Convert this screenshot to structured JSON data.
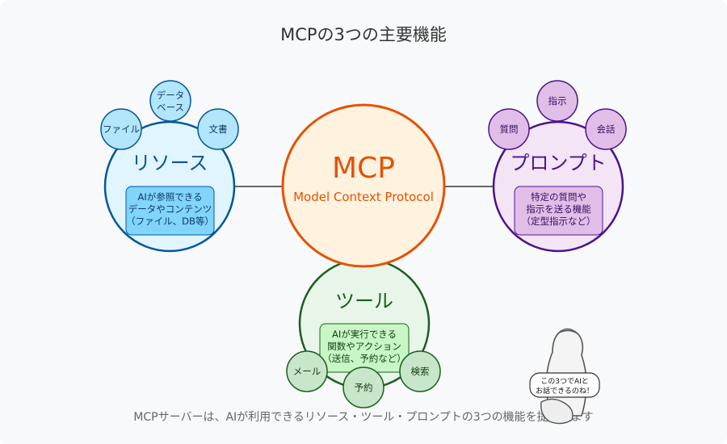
{
  "title": "MCPの3つの主要機能",
  "center": {
    "name": "MCP",
    "subtitle": "Model Context Protocol"
  },
  "resources": {
    "label": "リソース",
    "description": [
      "AIが参照できる",
      "データやコンテンツ",
      "（ファイル、DB等）"
    ],
    "examples": {
      "file": "ファイル",
      "database": [
        "データ",
        "ベース"
      ],
      "document": "文書"
    }
  },
  "prompts": {
    "label": "プロンプト",
    "description": [
      "特定の質問や",
      "指示を送る機能",
      "（定型指示など）"
    ],
    "examples": {
      "question": "質問",
      "instruction": "指示",
      "conversation": "会話"
    }
  },
  "tools": {
    "label": "ツール",
    "description": [
      "AIが実行できる",
      "関数やアクション",
      "（送信、予約など）"
    ],
    "examples": {
      "mail": "メール",
      "reservation": "予約",
      "search": "検索"
    }
  },
  "character": {
    "speech": [
      "この3つでAIと",
      "お話できるのね！"
    ]
  },
  "footer": "MCPサーバーは、AIが利用できるリソース・ツール・プロンプトの3つの機能を提供します",
  "colors": {
    "mcp_stroke": "#e65100",
    "mcp_fill": "#fff3e0",
    "resource_stroke": "#01579b",
    "resource_fill": "#e1f5fe",
    "resource_box": "#81d4fa",
    "prompt_stroke": "#4a148c",
    "prompt_fill": "#f3e5f5",
    "prompt_box": "#e1bee7",
    "tool_stroke": "#1b5e20",
    "tool_fill": "#e8f5e9",
    "tool_box": "#c8f7c5",
    "connector": "#666666"
  }
}
